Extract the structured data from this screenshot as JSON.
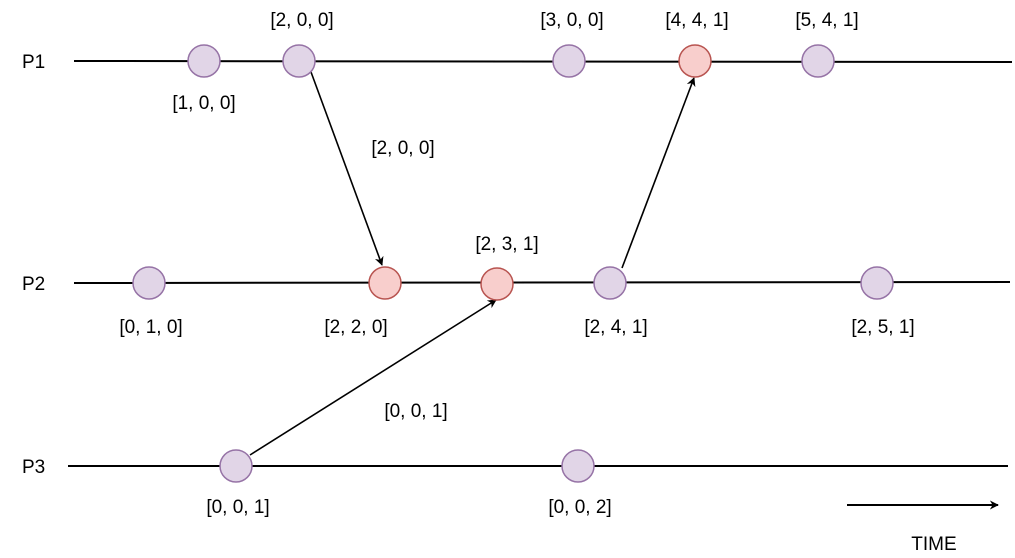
{
  "processes": [
    {
      "id": "p1",
      "label": "P1"
    },
    {
      "id": "p2",
      "label": "P2"
    },
    {
      "id": "p3",
      "label": "P3"
    }
  ],
  "events": [
    {
      "id": "p1-e1",
      "process": "P1",
      "clock": "[1, 0, 0]",
      "kind": "local"
    },
    {
      "id": "p1-e2",
      "process": "P1",
      "clock": "[2, 0, 0]",
      "kind": "send"
    },
    {
      "id": "p1-e3",
      "process": "P1",
      "clock": "[3, 0, 0]",
      "kind": "local"
    },
    {
      "id": "p1-e4",
      "process": "P1",
      "clock": "[4, 4, 1]",
      "kind": "receive"
    },
    {
      "id": "p1-e5",
      "process": "P1",
      "clock": "[5, 4, 1]",
      "kind": "local"
    },
    {
      "id": "p2-e1",
      "process": "P2",
      "clock": "[0, 1, 0]",
      "kind": "local"
    },
    {
      "id": "p2-e2",
      "process": "P2",
      "clock": "[2, 2, 0]",
      "kind": "receive"
    },
    {
      "id": "p2-e3",
      "process": "P2",
      "clock": "[2, 3, 1]",
      "kind": "receive"
    },
    {
      "id": "p2-e4",
      "process": "P2",
      "clock": "[2, 4, 1]",
      "kind": "send"
    },
    {
      "id": "p2-e5",
      "process": "P2",
      "clock": "[2, 5, 1]",
      "kind": "local"
    },
    {
      "id": "p3-e1",
      "process": "P3",
      "clock": "[0, 0, 1]",
      "kind": "send"
    },
    {
      "id": "p3-e2",
      "process": "P3",
      "clock": "[0, 0, 2]",
      "kind": "local"
    }
  ],
  "messages": [
    {
      "id": "m1",
      "from": "p1-e2",
      "to": "p2-e2",
      "label": "[2, 0, 0]"
    },
    {
      "id": "m2",
      "from": "p3-e1",
      "to": "p2-e3",
      "label": "[0, 0, 1]"
    },
    {
      "id": "m3",
      "from": "p2-e4",
      "to": "p1-e4",
      "label": ""
    }
  ],
  "time_axis": {
    "label": "TIME"
  },
  "colors": {
    "local_event_fill": "#e1d5e7",
    "local_event_stroke": "#9673a6",
    "message_event_fill": "#f8cecc",
    "message_event_stroke": "#b85450",
    "line": "#000000"
  }
}
